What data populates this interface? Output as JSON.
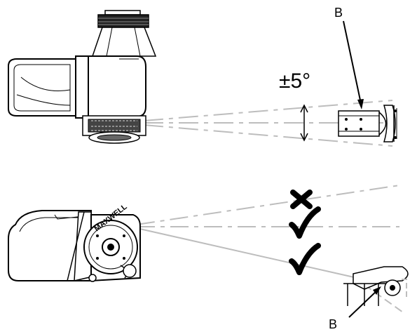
{
  "labels": {
    "top_label_b": "B",
    "bottom_label_b": "B",
    "angle_label": "±5°",
    "brand_text": "MAXWELL"
  },
  "marks": {
    "top_path": "cross",
    "middle_path": "check",
    "bottom_path": "check"
  },
  "colors": {
    "line": "#000000",
    "guide": "#bdbdbd",
    "background": "#ffffff"
  }
}
